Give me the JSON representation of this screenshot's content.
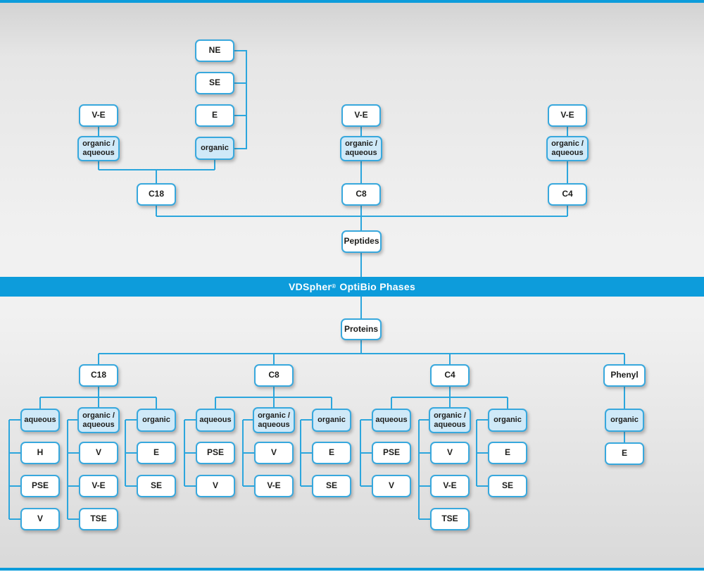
{
  "banner": {
    "brand": "VDSpher",
    "reg": "®",
    "suffix": "OptiBio Phases"
  },
  "colors": {
    "banner_blue": "#0d9cdb",
    "line_blue": "#2ca6dd",
    "node_fill_light": "#cfe9f8",
    "node_border": "#38a8dd"
  },
  "peptides": {
    "label": "Peptides",
    "c18": {
      "label": "C18",
      "organic_aqueous": {
        "label": "organic /\naqueous",
        "grade": "V-E"
      },
      "organic": {
        "label": "organic",
        "grades": [
          "NE",
          "SE",
          "E"
        ]
      }
    },
    "c8": {
      "label": "C8",
      "organic_aqueous": {
        "label": "organic /\naqueous",
        "grade": "V-E"
      }
    },
    "c4": {
      "label": "C4",
      "organic_aqueous": {
        "label": "organic /\naqueous",
        "grade": "V-E"
      }
    }
  },
  "proteins": {
    "label": "Proteins",
    "c18": {
      "label": "C18",
      "aqueous": {
        "label": "aqueous",
        "grades": [
          "H",
          "PSE",
          "V"
        ]
      },
      "organic_aqueous": {
        "label": "organic /\naqueous",
        "grades": [
          "V",
          "V-E",
          "TSE"
        ]
      },
      "organic": {
        "label": "organic",
        "grades": [
          "E",
          "SE"
        ]
      }
    },
    "c8": {
      "label": "C8",
      "aqueous": {
        "label": "aqueous",
        "grades": [
          "PSE",
          "V"
        ]
      },
      "organic_aqueous": {
        "label": "organic /\naqueous",
        "grades": [
          "V",
          "V-E"
        ]
      },
      "organic": {
        "label": "organic",
        "grades": [
          "E",
          "SE"
        ]
      }
    },
    "c4": {
      "label": "C4",
      "aqueous": {
        "label": "aqueous",
        "grades": [
          "PSE",
          "V"
        ]
      },
      "organic_aqueous": {
        "label": "organic /\naqueous",
        "grades": [
          "V",
          "V-E",
          "TSE"
        ]
      },
      "organic": {
        "label": "organic",
        "grades": [
          "E",
          "SE"
        ]
      }
    },
    "phenyl": {
      "label": "Phenyl",
      "organic": {
        "label": "organic",
        "grades": [
          "E"
        ]
      }
    }
  }
}
